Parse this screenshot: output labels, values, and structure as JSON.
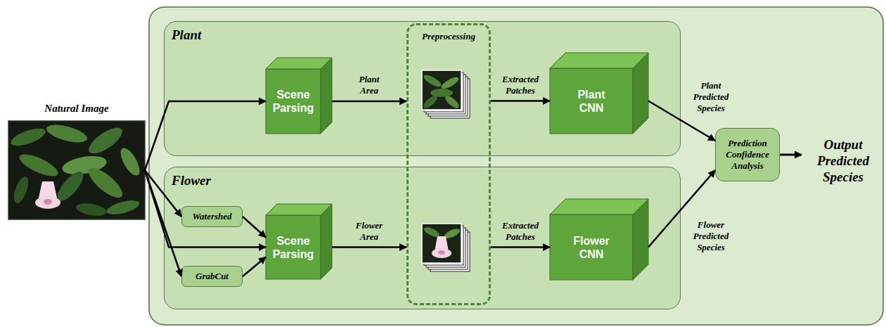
{
  "diagram": {
    "nodes": [
      {
        "text": [
          "Natural Image"
        ]
      },
      {
        "text": [
          "Plant"
        ]
      },
      {
        "text": [
          "Scene Parsing"
        ],
        "in": 1
      },
      {
        "text": [
          "Plant CNN"
        ],
        "in": 1
      },
      {
        "text": [
          "Flower"
        ]
      },
      {
        "text": [
          "Watershed"
        ],
        "in": 4
      },
      {
        "text": [
          "GrabCut"
        ],
        "in": 4
      },
      {
        "text": [
          "Scene Parsing"
        ],
        "in": 4
      },
      {
        "text": [
          "Flower CNN"
        ],
        "in": 4
      },
      {
        "text": [
          "Preprocessing"
        ]
      },
      {
        "text": [
          "Prediction Confidence Analysis"
        ]
      }
    ],
    "edges": [
      {
        "from": 0,
        "to": 2,
        "arrow": "to"
      },
      {
        "from": 0,
        "to": 5,
        "arrow": "to"
      },
      {
        "from": 0,
        "to": 7,
        "arrow": "to"
      },
      {
        "from": 0,
        "to": 6,
        "arrow": "to"
      },
      {
        "from": 5,
        "to": 7,
        "arrow": "to"
      },
      {
        "from": 6,
        "to": 7,
        "arrow": "to"
      },
      {
        "from": 2,
        "to": 9,
        "label": "Plant Area",
        "arrow": "to"
      },
      {
        "from": 9,
        "to": 3,
        "label": "Extracted Patches",
        "arrow": "to"
      },
      {
        "from": 7,
        "to": 9,
        "label": "Flower Area",
        "arrow": "to"
      },
      {
        "from": 9,
        "to": 8,
        "label": "Extracted Patches",
        "arrow": "to"
      },
      {
        "from": 3,
        "to": 10,
        "label": "Plant Predicted Species",
        "arrow": "to"
      },
      {
        "from": 8,
        "to": 10,
        "label": "Flower Predicted Species",
        "arrow": "to"
      }
    ],
    "labels": [
      "Output Predicted Species"
    ]
  }
}
